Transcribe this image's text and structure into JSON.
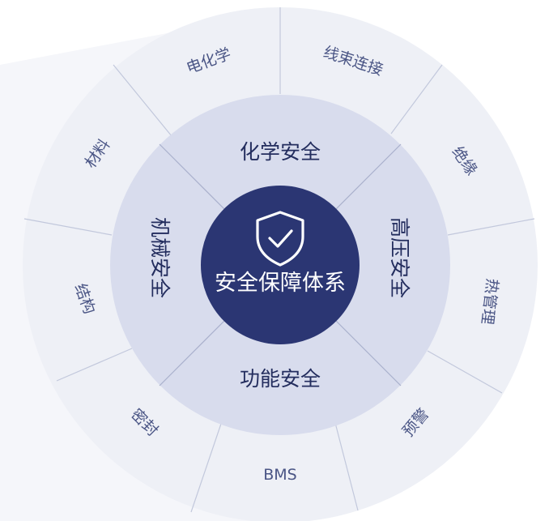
{
  "diagram": {
    "center": {
      "label": "安全保障体系",
      "icon": "shield-check-icon"
    },
    "middle_ring": [
      {
        "id": "chemical",
        "label": "化学安全"
      },
      {
        "id": "high-voltage",
        "label": "高压安全"
      },
      {
        "id": "functional",
        "label": "功能安全"
      },
      {
        "id": "mechanical",
        "label": "机械安全"
      }
    ],
    "outer_ring": [
      {
        "id": "electrochemistry",
        "label": "电化学"
      },
      {
        "id": "harness-connection",
        "label": "线束连接"
      },
      {
        "id": "insulation",
        "label": "绝缘"
      },
      {
        "id": "thermal-management",
        "label": "热管理"
      },
      {
        "id": "warning",
        "label": "预警"
      },
      {
        "id": "bms",
        "label": "BMS"
      },
      {
        "id": "sealing",
        "label": "密封"
      },
      {
        "id": "structure",
        "label": "结构"
      },
      {
        "id": "material",
        "label": "材料"
      }
    ],
    "colors": {
      "outer_ring": "#eef0f6",
      "middle_ring": "#d8dced",
      "center": "#2b3673",
      "divider": "#c0c6db",
      "outer_text": "#4a5585",
      "middle_text": "#232d5e",
      "background_fan": "#f4f5f9"
    }
  }
}
